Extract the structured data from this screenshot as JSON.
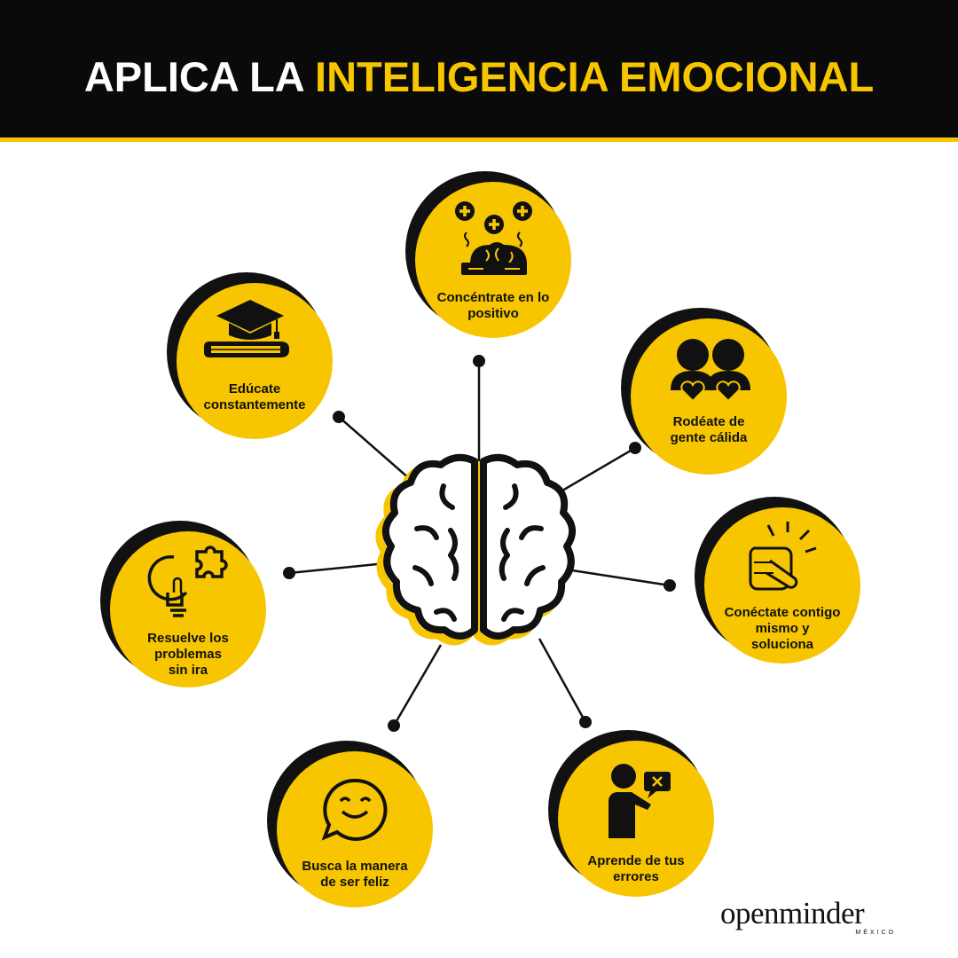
{
  "title": {
    "part1": "APLICA LA",
    "part2": "INTELIGENCIA EMOCIONAL"
  },
  "tips": [
    {
      "label": "Concéntrate en lo\npositivo",
      "icon": "brain-plus-icon"
    },
    {
      "label": "Rodéate de\ngente cálida",
      "icon": "people-hearts-icon"
    },
    {
      "label": "Conéctate contigo\nmismo y\nsoluciona",
      "icon": "pointing-hand-icon"
    },
    {
      "label": "Aprende de tus\nerrores",
      "icon": "person-error-icon"
    },
    {
      "label": "Busca la manera\nde ser feliz",
      "icon": "smile-bubble-icon"
    },
    {
      "label": "Resuelve los\nproblemas\nsin ira",
      "icon": "lightbulb-puzzle-icon"
    },
    {
      "label": "Edúcate\nconstantemente",
      "icon": "graduation-book-icon"
    }
  ],
  "center_icon": "brain-icon",
  "brand": {
    "name": "openminder",
    "sub": "MÉXICO"
  },
  "colors": {
    "accent": "#f7c600",
    "dark": "#0a0a0a"
  }
}
